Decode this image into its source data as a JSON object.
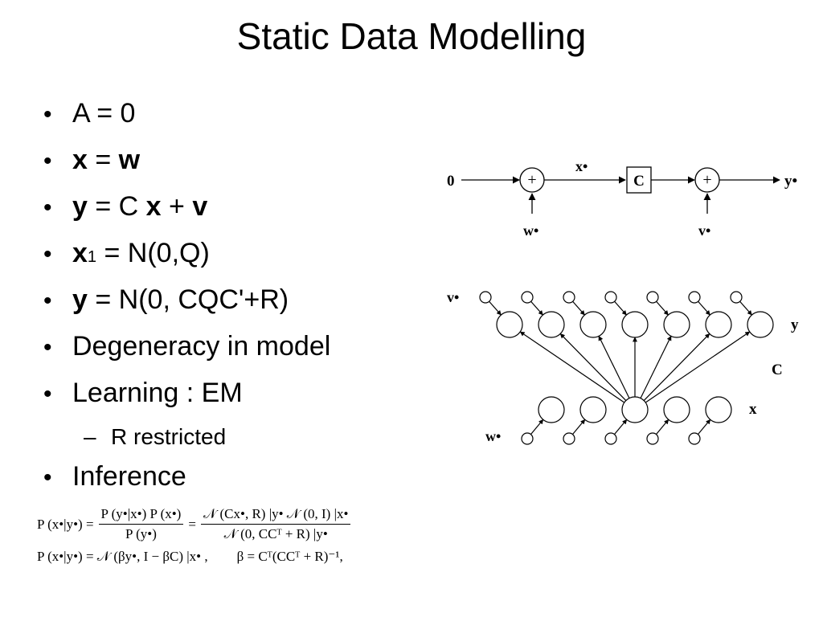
{
  "slide": {
    "title": "Static Data Modelling",
    "bullets": [
      {
        "bullet": "•",
        "text": "A = 0"
      },
      {
        "bullet": "•",
        "lhs": "x",
        "op": " = ",
        "rhs": "w"
      },
      {
        "bullet": "•",
        "lhs": "y",
        "op": " = C ",
        "mid": "x",
        "op2": " + ",
        "rhs": "v"
      },
      {
        "bullet": "•",
        "lhs": "x",
        "sub": "1",
        "op": " = N(0,Q)"
      },
      {
        "bullet": "•",
        "lhs": "y",
        "op": " = N(0, CQC'+R)"
      },
      {
        "bullet": "•",
        "text": "Degeneracy in model"
      },
      {
        "bullet": "•",
        "text": "Learning : EM"
      },
      {
        "bullet": "•",
        "text": "Inference"
      }
    ],
    "sub_bullet": {
      "dash": "–",
      "text": "R restricted"
    }
  },
  "block_diagram": {
    "input": "0",
    "state": "x•",
    "matrix": "C",
    "output": "y•",
    "process_noise": "w•",
    "obs_noise": "v•",
    "plus": "+"
  },
  "network_diagram": {
    "obs_noise": "v•",
    "observed": "y",
    "matrix": "C",
    "latent": "x",
    "process_noise": "w•"
  },
  "formulas": {
    "eq1_lhs": "P (x•|y•) =",
    "eq1_num1": "P (y•|x•) P (x•)",
    "eq1_den1": "P (y•)",
    "eq1_eq": "=",
    "eq1_num2": "𝒩 (Cx•, R) |y• 𝒩 (0, I) |x•",
    "eq1_den2": "𝒩 (0, CCᵀ + R) |y•",
    "eq2_lhs": "P (x•|y•) = 𝒩 (βy•, I − βC) |x• ,",
    "eq2_beta": "β = Cᵀ(CCᵀ + R)⁻¹,"
  }
}
